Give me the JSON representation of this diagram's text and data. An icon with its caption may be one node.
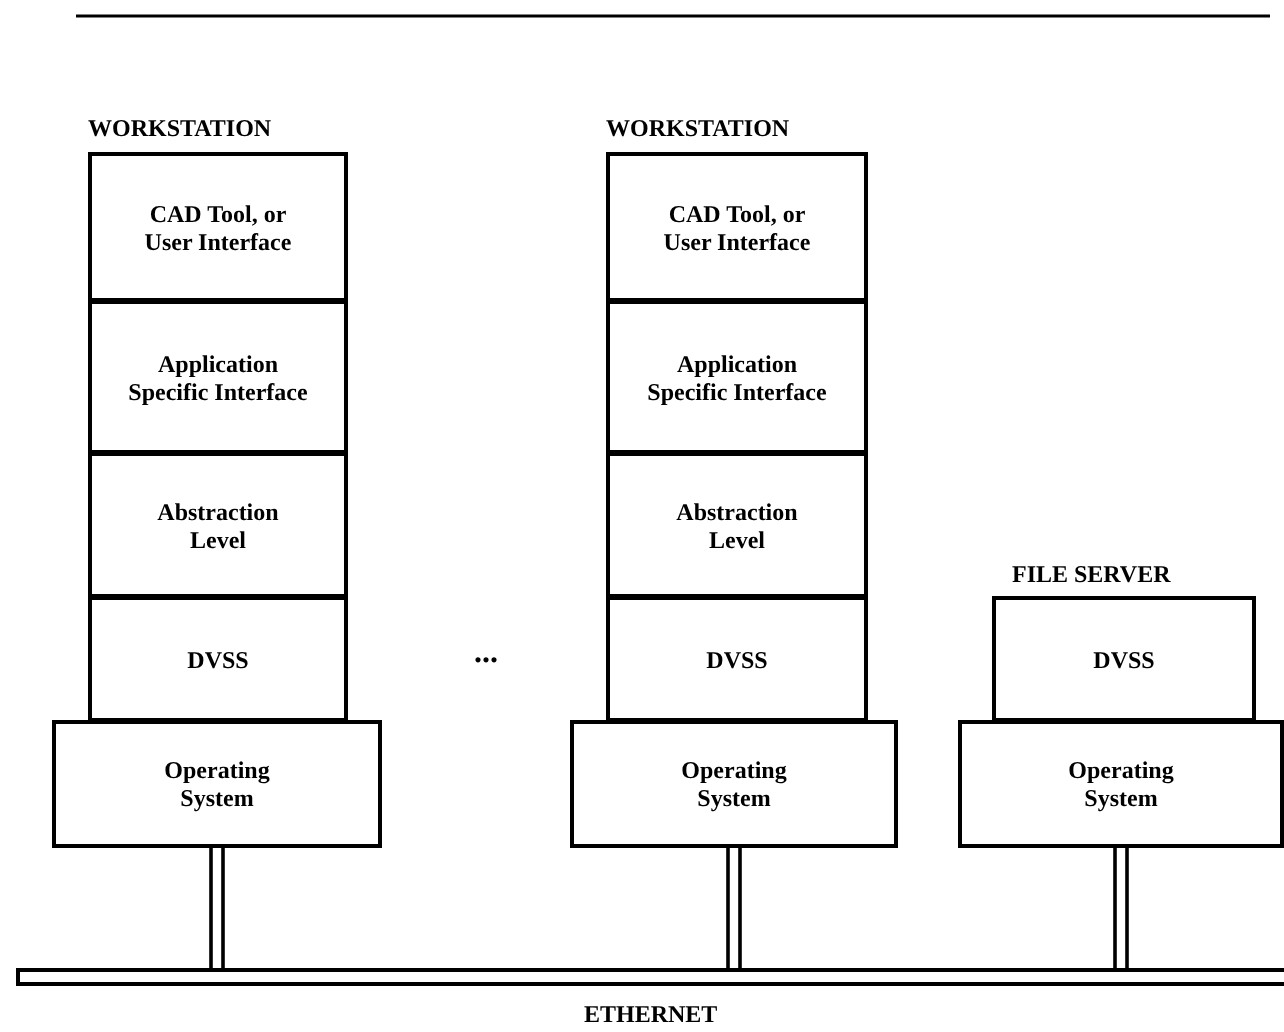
{
  "diagram": {
    "nodes": [
      {
        "text": [
          "CAD Tool, or User Interface"
        ]
      },
      {
        "text": [
          "Application Specific Interface"
        ]
      },
      {
        "text": [
          "Abstraction Level"
        ]
      },
      {
        "text": [
          "DVSS"
        ]
      },
      {
        "text": [
          "Operating System"
        ]
      },
      {
        "text": [
          "CAD Tool, or User Interface"
        ]
      },
      {
        "text": [
          "Application Specific Interface"
        ]
      },
      {
        "text": [
          "Abstraction Level"
        ]
      },
      {
        "text": [
          "DVSS"
        ]
      },
      {
        "text": [
          "Operating System"
        ]
      },
      {
        "text": [
          "DVSS"
        ]
      },
      {
        "text": [
          "Operating System"
        ]
      },
      {
        "text": [
          "ETHERNET"
        ]
      }
    ],
    "edges": [
      {
        "from": 4,
        "to": 12,
        "arrow": "none"
      },
      {
        "from": 9,
        "to": 12,
        "arrow": "none"
      },
      {
        "from": 11,
        "to": 12,
        "arrow": "none"
      }
    ],
    "labels": [
      "WORKSTATION",
      "WORKSTATION",
      "FILE SERVER",
      "..."
    ]
  }
}
